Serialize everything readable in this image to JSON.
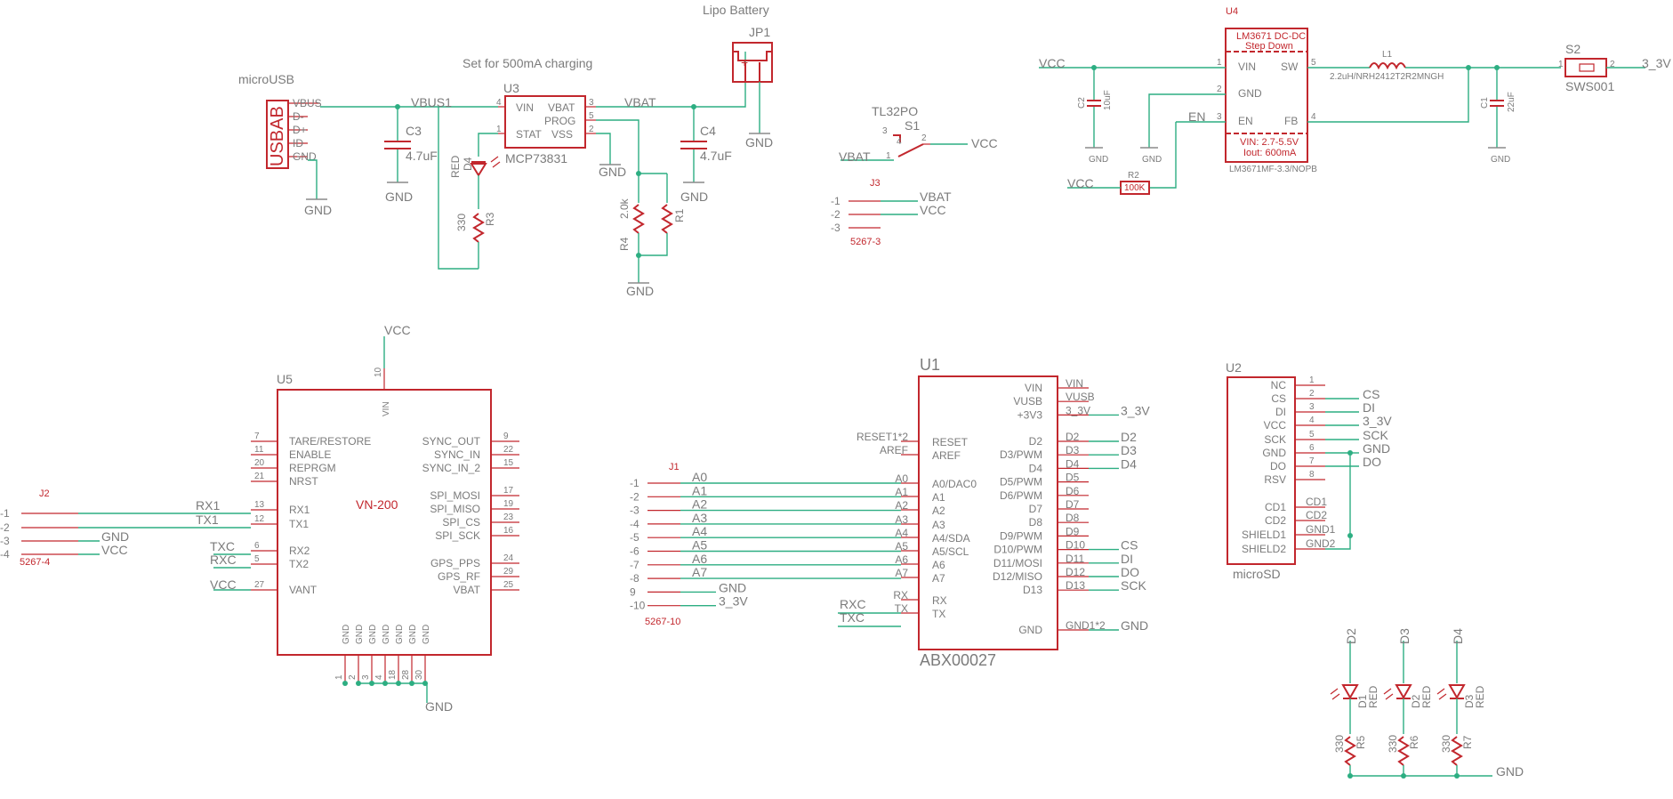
{
  "top": {
    "lipo_label": "Lipo Battery",
    "charging_note": "Set for 500mA charging",
    "microusb_label": "microUSB",
    "usbab": "USBAB",
    "usb_pins": [
      "VBUS",
      "D-",
      "D+",
      "ID",
      "GND"
    ],
    "vbus1": "VBUS1",
    "vbat": "VBAT",
    "gnd": "GND",
    "vcc": "VCC",
    "v33": "3_3V",
    "jp1": "JP1",
    "u3": "U3",
    "u3_part": "MCP73831",
    "u3_pins": [
      "VIN",
      "STAT",
      "VBAT",
      "PROG",
      "VSS"
    ],
    "u3_pinnums": [
      "4",
      "1",
      "3",
      "5",
      "2"
    ],
    "c3": "C3",
    "c3_val": "4.7uF",
    "c4": "C4",
    "c4_val": "4.7uF",
    "d4": "D4",
    "d4_col": "RED",
    "r3": "R3",
    "r3_val": "330",
    "r4": "R4",
    "r4_val": "2.0k",
    "r1": "R1",
    "tl32po": "TL32PO",
    "s1": "S1",
    "j3": "J3",
    "j3_part": "5267-3",
    "j3_pins": [
      "-1",
      "-2",
      "-3"
    ],
    "u4": "U4",
    "u4_title1": "LM3671 DC-DC",
    "u4_title2": "Step Down",
    "u4_pins": [
      "VIN",
      "GND",
      "EN",
      "SW",
      "FB"
    ],
    "u4_pinnums": [
      "1",
      "2",
      "3",
      "5",
      "4"
    ],
    "u4_spec1": "VIN: 2.7-5.5V",
    "u4_spec2": "Iout: 600mA",
    "u4_part": "LM3671MF-3.3/NOPB",
    "en": "EN",
    "c2": "C2",
    "c2_val": "10uF",
    "r2": "R2",
    "r2_val": "100K",
    "l1": "L1",
    "l1_val": "2.2uH/NRH2412T2R2MNGH",
    "c1": "C1",
    "c1_val": "22uF",
    "s2": "S2",
    "s2_part": "SWS001"
  },
  "u5": {
    "ref": "U5",
    "part": "VN-200",
    "vin": "VIN",
    "vin_num": "10",
    "left_pins": [
      {
        "num": "7",
        "name": "TARE/RESTORE"
      },
      {
        "num": "11",
        "name": "ENABLE"
      },
      {
        "num": "20",
        "name": "REPRGM"
      },
      {
        "num": "21",
        "name": "NRST"
      },
      {
        "num": "13",
        "name": "RX1"
      },
      {
        "num": "12",
        "name": "TX1"
      },
      {
        "num": "6",
        "name": "RX2"
      },
      {
        "num": "5",
        "name": "TX2"
      },
      {
        "num": "27",
        "name": "VANT"
      }
    ],
    "right_pins": [
      {
        "num": "9",
        "name": "SYNC_OUT"
      },
      {
        "num": "22",
        "name": "SYNC_IN"
      },
      {
        "num": "15",
        "name": "SYNC_IN_2"
      },
      {
        "num": "17",
        "name": "SPI_MOSI"
      },
      {
        "num": "19",
        "name": "SPI_MISO"
      },
      {
        "num": "23",
        "name": "SPI_CS"
      },
      {
        "num": "16",
        "name": "SPI_SCK"
      },
      {
        "num": "24",
        "name": "GPS_PPS"
      },
      {
        "num": "29",
        "name": "GPS_RF"
      },
      {
        "num": "25",
        "name": "VBAT"
      }
    ],
    "gnd_nums": [
      "1",
      "2",
      "3",
      "4",
      "18",
      "28",
      "30"
    ],
    "left_nets": [
      "RX1",
      "TX1",
      "TXC",
      "RXC",
      "VCC"
    ]
  },
  "j2": {
    "ref": "J2",
    "part": "5267-4",
    "pins": [
      "-1",
      "-2",
      "-3",
      "-4"
    ],
    "nets": [
      "RX1",
      "TX1",
      "GND",
      "VCC"
    ]
  },
  "j1": {
    "ref": "J1",
    "part": "5267-10",
    "pins": [
      "-1",
      "-2",
      "-3",
      "-4",
      "-5",
      "-6",
      "-7",
      "-8",
      "9",
      "-10"
    ],
    "nets": [
      "A0",
      "A1",
      "A2",
      "A3",
      "A4",
      "A5",
      "A6",
      "A7",
      "GND",
      "3_3V"
    ]
  },
  "u1": {
    "ref": "U1",
    "part": "ABX00027",
    "left_pins": [
      {
        "ext": "RESET1*2",
        "pin": "RESET"
      },
      {
        "ext": "AREF",
        "pin": "AREF"
      },
      {
        "ext": "A0",
        "pin": "A0/DAC0"
      },
      {
        "ext": "A1",
        "pin": "A1"
      },
      {
        "ext": "A2",
        "pin": "A2"
      },
      {
        "ext": "A3",
        "pin": "A3"
      },
      {
        "ext": "A4",
        "pin": "A4/SDA"
      },
      {
        "ext": "A5",
        "pin": "A5/SCL"
      },
      {
        "ext": "A6",
        "pin": "A6"
      },
      {
        "ext": "A7",
        "pin": "A7"
      },
      {
        "ext": "RX",
        "pin": "RX"
      },
      {
        "ext": "TX",
        "pin": "TX"
      }
    ],
    "rx_net": "RXC",
    "tx_net": "TXC",
    "right_pins": [
      {
        "pin": "VIN",
        "ext": "VIN",
        "net": ""
      },
      {
        "pin": "VUSB",
        "ext": "VUSB",
        "net": ""
      },
      {
        "pin": "+3V3",
        "ext": "3_3V",
        "net": "3_3V"
      },
      {
        "pin": "D2",
        "ext": "D2",
        "net": "D2"
      },
      {
        "pin": "D3/PWM",
        "ext": "D3",
        "net": "D3"
      },
      {
        "pin": "D4",
        "ext": "D4",
        "net": "D4"
      },
      {
        "pin": "D5/PWM",
        "ext": "D5",
        "net": ""
      },
      {
        "pin": "D6/PWM",
        "ext": "D6",
        "net": ""
      },
      {
        "pin": "D7",
        "ext": "D7",
        "net": ""
      },
      {
        "pin": "D8",
        "ext": "D8",
        "net": ""
      },
      {
        "pin": "D9/PWM",
        "ext": "D9",
        "net": ""
      },
      {
        "pin": "D10/PWM",
        "ext": "D10",
        "net": "CS"
      },
      {
        "pin": "D11/MOSI",
        "ext": "D11",
        "net": "DI"
      },
      {
        "pin": "D12/MISO",
        "ext": "D12",
        "net": "DO"
      },
      {
        "pin": "D13",
        "ext": "D13",
        "net": "SCK"
      },
      {
        "pin": "GND",
        "ext": "GND1*2",
        "net": "GND"
      }
    ]
  },
  "u2": {
    "ref": "U2",
    "part": "microSD",
    "pins": [
      {
        "num": "1",
        "name": "NC",
        "ext": "",
        "net": ""
      },
      {
        "num": "2",
        "name": "CS",
        "ext": "",
        "net": "CS"
      },
      {
        "num": "3",
        "name": "DI",
        "ext": "",
        "net": "DI"
      },
      {
        "num": "4",
        "name": "VCC",
        "ext": "",
        "net": "3_3V"
      },
      {
        "num": "5",
        "name": "SCK",
        "ext": "",
        "net": "SCK"
      },
      {
        "num": "6",
        "name": "GND",
        "ext": "",
        "net": "GND"
      },
      {
        "num": "7",
        "name": "DO",
        "ext": "",
        "net": "DO"
      },
      {
        "num": "8",
        "name": "RSV",
        "ext": "",
        "net": ""
      },
      {
        "num": "",
        "name": "CD1",
        "ext": "CD1",
        "net": ""
      },
      {
        "num": "",
        "name": "CD2",
        "ext": "CD2",
        "net": ""
      },
      {
        "num": "",
        "name": "SHIELD1",
        "ext": "GND1",
        "net": ""
      },
      {
        "num": "",
        "name": "SHIELD2",
        "ext": "GND2",
        "net": ""
      }
    ]
  },
  "leds": {
    "nets": [
      "D2",
      "D3",
      "D4"
    ],
    "diodes": [
      "D1",
      "D2",
      "D3"
    ],
    "color": "RED",
    "resistors": [
      "R5",
      "R6",
      "R7"
    ],
    "r_val": "330",
    "gnd": "GND"
  }
}
